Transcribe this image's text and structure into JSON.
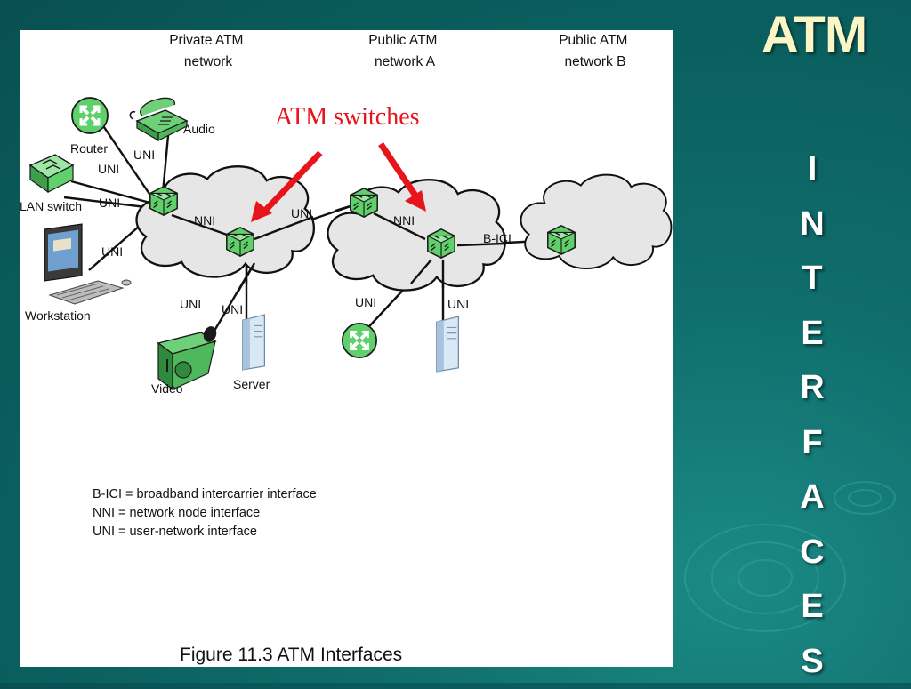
{
  "slide": {
    "title": "ATM",
    "side_letters": [
      "I",
      "N",
      "T",
      "E",
      "R",
      "F",
      "A",
      "C",
      "E",
      "S"
    ]
  },
  "figure": {
    "networks": {
      "private": [
        "Private ATM",
        "network"
      ],
      "public_a": [
        "Public ATM",
        "network A"
      ],
      "public_b": [
        "Public ATM",
        "network B"
      ]
    },
    "callout": "ATM switches",
    "devices": {
      "router": "Router",
      "audio": "Audio",
      "lan_switch": "LAN switch",
      "workstation": "Workstation",
      "video": "Video",
      "server": "Server"
    },
    "interface_labels": {
      "uni": "UNI",
      "nni": "NNI",
      "bici": "B-ICI"
    },
    "legend": [
      "B-ICI = broadband intercarrier interface",
      "NNI = network node interface",
      "UNI = user-network interface"
    ],
    "caption": "Figure 11.3  ATM Interfaces"
  },
  "colors": {
    "callout_red": "#e8141b",
    "switch_green": "#5fd06a",
    "title_yellow": "#fbf6c6",
    "background_teal": "#0f6d6b"
  }
}
